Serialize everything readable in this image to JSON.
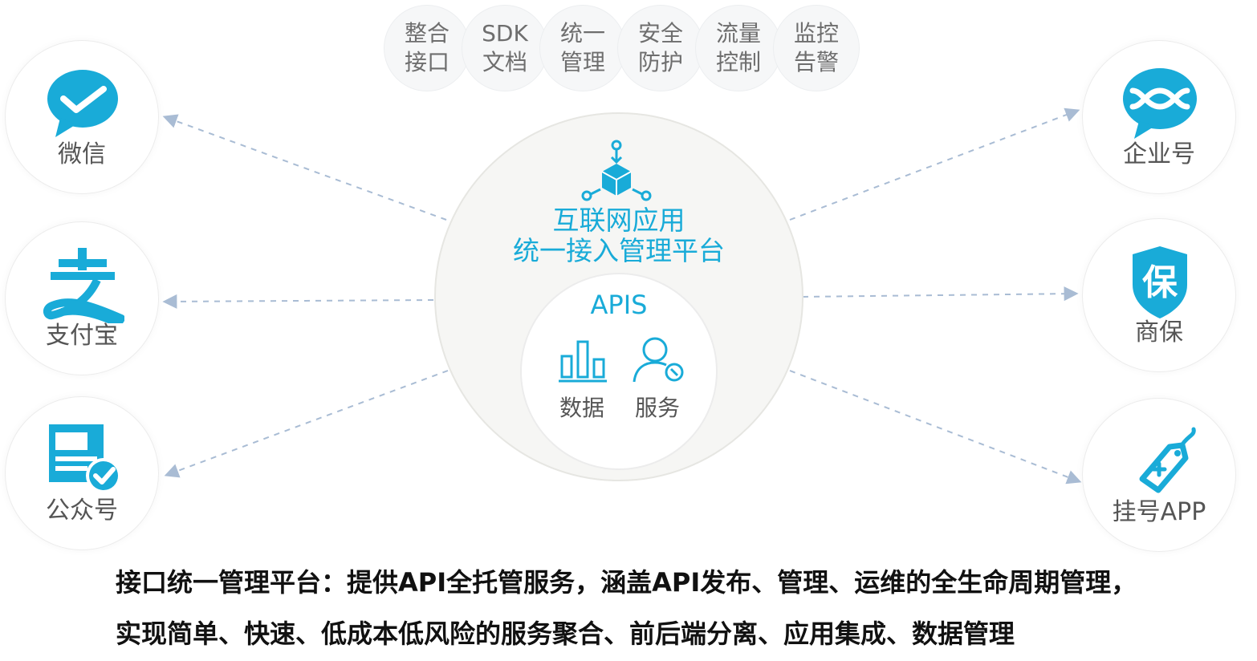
{
  "features": [
    {
      "line1": "整合",
      "line2": "接口"
    },
    {
      "line1": "SDK",
      "line2": "文档"
    },
    {
      "line1": "统一",
      "line2": "管理"
    },
    {
      "line1": "安全",
      "line2": "防护"
    },
    {
      "line1": "流量",
      "line2": "控制"
    },
    {
      "line1": "监控",
      "line2": "告警"
    }
  ],
  "left_nodes": [
    {
      "label": "微信",
      "icon": "wechat-icon"
    },
    {
      "label": "支付宝",
      "icon": "alipay-icon"
    },
    {
      "label": "公众号",
      "icon": "official-account-icon"
    }
  ],
  "right_nodes": [
    {
      "label": "企业号",
      "icon": "enterprise-account-icon"
    },
    {
      "label": "商保",
      "icon": "insurance-shield-icon"
    },
    {
      "label": "挂号APP",
      "icon": "registration-tag-icon"
    }
  ],
  "center": {
    "title_line1": "互联网应用",
    "title_line2": "统一接入管理平台",
    "apis": "APIS",
    "data_label": "数据",
    "service_label": "服务",
    "hub_icon": "hub-cube-icon",
    "data_icon": "bar-chart-icon",
    "service_icon": "user-wrench-icon"
  },
  "caption": {
    "line1": "接口统一管理平台：提供API全托管服务，涵盖API发布、管理、运维的全生命周期管理，",
    "line2": "实现简单、快速、低成本低风险的服务聚合、前后端分离、应用集成、数据管理"
  },
  "colors": {
    "accent": "#19abd8",
    "arrow": "#a9bcd4",
    "text_gray": "#555555"
  }
}
